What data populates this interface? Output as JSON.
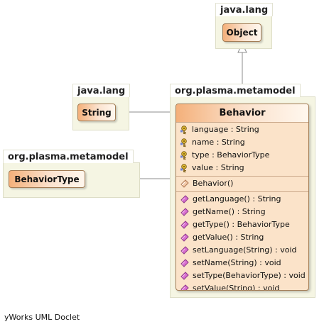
{
  "packages": {
    "object_pkg": "java.lang",
    "string_pkg": "java.lang",
    "behavior_pkg": "org.plasma.metamodel",
    "behaviortype_pkg": "org.plasma.metamodel"
  },
  "classes": {
    "object": "Object",
    "string": "String",
    "behaviortype": "BehaviorType",
    "behavior": {
      "name": "Behavior",
      "attributes": [
        "language : String",
        "name : String",
        "type : BehaviorType",
        "value : String"
      ],
      "constructors": [
        "Behavior()"
      ],
      "methods": [
        "getLanguage() : String",
        "getName() : String",
        "getType() : BehaviorType",
        "getValue() : String",
        "setLanguage(String) : void",
        "setName(String) : void",
        "setType(BehaviorType) : void",
        "setValue(String) : void"
      ]
    }
  },
  "footer": "yWorks UML Doclet",
  "colors": {
    "package_fill": "#f5f5e3",
    "class_fill": "#fbe3c9",
    "class_gradient_dark": "#f4b07a",
    "class_border": "#a37c55",
    "connector": "#8c8c8c"
  },
  "icons": {
    "attribute": "key-icon",
    "constructor": "constructor-icon",
    "method": "method-icon"
  }
}
